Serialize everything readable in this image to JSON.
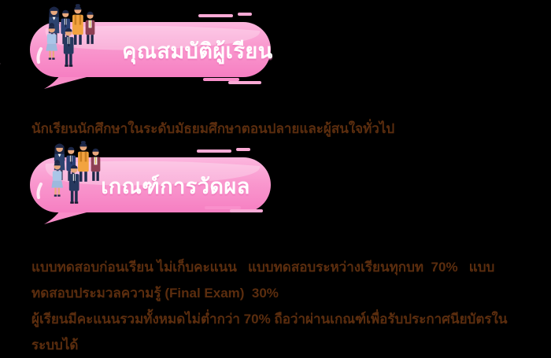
{
  "page": {
    "background_color": "#000000",
    "bubble_color_main": "#f98fcb",
    "bubble_color_light": "#fcb6de",
    "bubble_color_deep": "#f67fc2",
    "title_text_color": "#ffffff",
    "body_text_color": "#5b2d0e"
  },
  "banners": [
    {
      "title": "คุณสมบัติผู้เรียน",
      "icon": "students-group-illustration"
    },
    {
      "title": "เกณฑ์การวัดผล",
      "icon": "students-group-illustration"
    }
  ],
  "sections": {
    "qualifications": {
      "body": "นักเรียนนักศึกษาในระดับมัธยมศึกษาตอนปลายและผู้สนใจทั่วไป"
    },
    "assessment": {
      "line1": "แบบทดสอบก่อนเรียน ไม่เก็บคะแนน   แบบทดสอบระหว่างเรียนทุกบท  70%   แบบทดสอบประมวลความรู้ (Final Exam)  30%",
      "line2": "ผู้เรียนมีคะแนนรวมทั้งหมดไม่ต่ำกว่า 70% ถือว่าผ่านเกณฑ์เพื่อรับประกาศนียบัตรในระบบได้"
    }
  }
}
